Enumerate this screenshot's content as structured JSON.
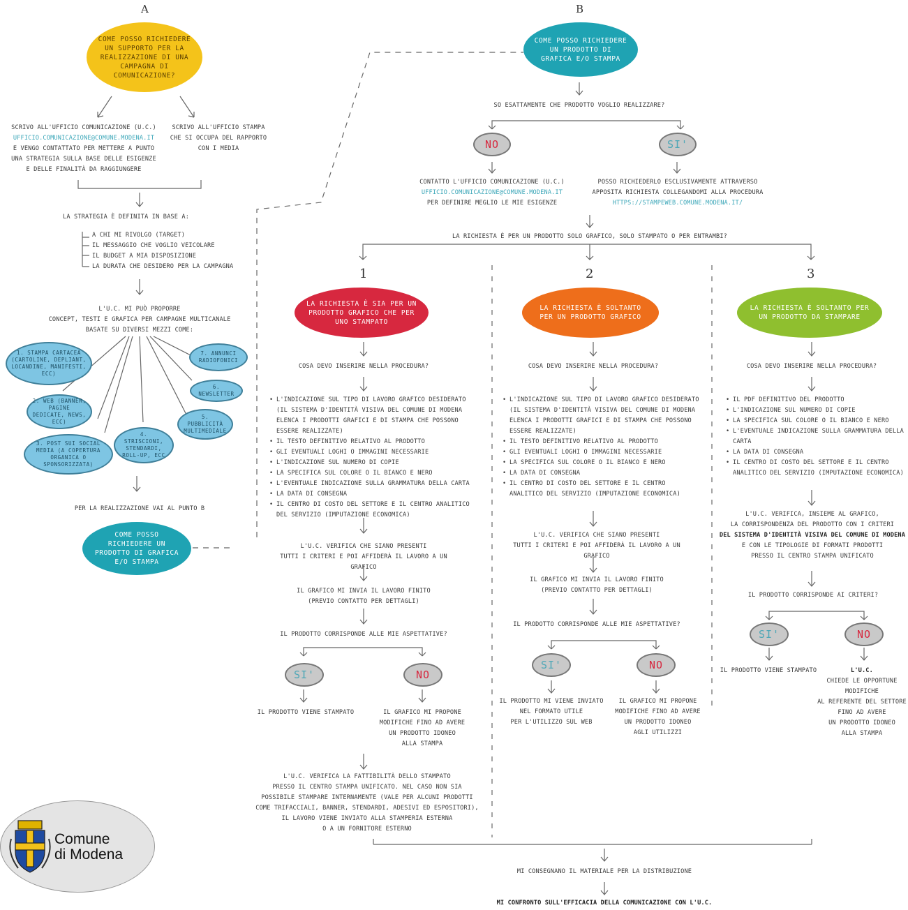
{
  "section_a": {
    "letter": "A",
    "start": "Come posso richiedere un supporto per la realizzazione di una campagna di comunicazione?",
    "left_branch": [
      "Scrivo all'Ufficio Comunicazione (U.C.)",
      "ufficio.comunicazione@comune.modena.it",
      "e vengo contattato per mettere a punto",
      "una strategia sulla base delle esigenze",
      "e delle finalità da raggiungere"
    ],
    "right_branch": [
      "Scrivo all'Ufficio Stampa",
      "che si occupa del rapporto",
      "con i media"
    ],
    "strategy_title": "La strategia è definita in base a:",
    "strategy_items": [
      "a chi mi rivolgo (target)",
      "il messaggio che voglio veicolare",
      "il budget a mia disposizione",
      "la durata che desidero per la campagna"
    ],
    "proposal": [
      "L'U.C. mi può proporre",
      "concept, testi e grafica per campagne multicanale",
      "basate su diversi mezzi come:"
    ],
    "media": [
      "1. Stampa cartacea (cartoline, depliant, locandine, manifesti, ecc)",
      "2. Web (banner, pagine dedicate, news, ecc)",
      "3. Post sui social media (a copertura organica o sponsorizzata)",
      "4. Striscioni, stendardi, roll-up, ecc",
      "5. Pubblicità multimediale",
      "6. Newsletter",
      "7. Annunci radiofonici"
    ],
    "go_to_b": "Per la realizzazione vai al punto B",
    "end_oval": "Come posso richiedere un prodotto di grafica e/o stampa"
  },
  "section_b": {
    "letter": "B",
    "start": "Come posso richiedere un prodotto di grafica e/o stampa",
    "question": "So esattamente che prodotto voglio realizzare?",
    "no_label": "NO",
    "si_label": "SI'",
    "no_text": [
      "Contatto l'Ufficio Comunicazione (U.C.)",
      "ufficio.comunicazione@comune.modena.it",
      "per definire meglio le mie esigenze"
    ],
    "si_text": [
      "Posso richiederlo esclusivamente attraverso",
      "apposita richiesta collegandomi alla procedura",
      "https://stampeweb.comune.modena.it/"
    ],
    "request_question": "La richiesta è per un prodotto solo grafico, solo stampato o per entrambi?",
    "col_numbers": [
      "1",
      "2",
      "3"
    ]
  },
  "col1": {
    "oval": "La richiesta è sia per un prodotto grafico che per uno stampato",
    "question": "Cosa devo inserire nella procedura?",
    "items": [
      "L'indicazione sul tipo di lavoro grafico desiderato (il sistema d'identità visiva del Comune di Modena elenca i prodotti grafici e di stampa che possono essere realizzate)",
      "Il testo definitivo relativo al prodotto",
      "Gli eventuali loghi o immagini necessarie",
      "L'indicazione sul numero di copie",
      "La specifica sul colore o il bianco e nero",
      "L'eventuale indicazione sulla grammatura della carta",
      "La data di consegna",
      "Il centro di costo del settore e il centro analitico del servizio (imputazione economica)"
    ],
    "verify": [
      "L'U.C. verifica che siano presenti",
      "tutti i criteri e poi affiderà il lavoro a un grafico"
    ],
    "graphic": [
      "Il grafico mi invia il lavoro finito",
      "(previo contatto per dettagli)"
    ],
    "check": "Il prodotto corrisponde alle mie aspettative?",
    "si_result": "Il prodotto viene stampato",
    "no_result": [
      "Il grafico mi propone",
      "modifiche fino ad avere",
      "un prodotto idoneo",
      "alla stampa"
    ],
    "final": [
      "L'U.C. verifica la fattibilità dello stampato",
      "presso il Centro Stampa Unificato. Nel caso non sia",
      "possibile stampare internamente (vale per alcuni prodotti",
      "come trifacciali, banner, stendardi, adesivi ed espositori),",
      "il lavoro viene inviato alla stamperia esterna",
      "o a un fornitore esterno"
    ]
  },
  "col2": {
    "oval": "La richiesta è soltanto per un prodotto grafico",
    "question": "Cosa devo inserire nella procedura?",
    "items": [
      "L'indicazione sul tipo di lavoro grafico desiderato (il sistema d'identità visiva del Comune di Modena elenca i prodotti grafici e di stampa che possono essere realizzate)",
      "Il testo definitivo relativo al prodotto",
      "Gli eventuali loghi o immagini necessarie",
      "La specifica sul colore o il bianco e nero",
      "La data di consegna",
      "Il centro di costo del settore e il centro analitico del servizio (imputazione economica)"
    ],
    "verify": [
      "L'U.C. verifica che siano presenti",
      "tutti i criteri e poi affiderà il lavoro a un grafico"
    ],
    "graphic": [
      "Il grafico mi invia il lavoro finito",
      "(previo contatto per dettagli)"
    ],
    "check": "Il prodotto corrisponde alle mie aspettative?",
    "si_result": [
      "Il prodotto mi viene inviato",
      "nel formato utile",
      "per l'utilizzo sul web"
    ],
    "no_result": [
      "Il grafico mi propone",
      "modifiche fino ad avere",
      "un prodotto idoneo",
      "agli utilizzi"
    ]
  },
  "col3": {
    "oval": "La richiesta è soltanto per un prodotto da stampare",
    "question": "Cosa devo inserire nella procedura?",
    "items": [
      "Il pdf definitivo del prodotto",
      "L'indicazione sul numero di copie",
      "La specifica sul colore o il bianco e nero",
      "L'eventuale indicazione sulla grammatura della carta",
      "La data di consegna",
      "Il centro di costo del settore e il centro analitico del servizio (imputazione economica)"
    ],
    "verify": [
      "L'U.C. verifica, insieme al grafico,",
      "la corrispondenza del prodotto con i criteri",
      "del sistema d'identità visiva del Comune di Modena",
      "e con le tipologie di formati prodotti",
      "presso il Centro Stampa Unificato"
    ],
    "check": "Il prodotto corrisponde ai criteri?",
    "si_result": "Il prodotto viene stampato",
    "no_result": [
      "L'U.C.",
      "chiede le opportune",
      "modifiche",
      "al referente del settore",
      "fino ad avere",
      "un prodotto idoneo",
      "alla stampa"
    ]
  },
  "footer": {
    "delivery": "Mi consegnano il materiale per la distribuzione",
    "feedback": "Mi confronto sull'efficacia della comunicazione con l'U.C."
  },
  "logo": {
    "line1": "Comune",
    "line2": "di Modena",
    "icon": "coat-of-arms-icon"
  },
  "colors": {
    "yellow": "#f4c31a",
    "teal": "#1fa3b3",
    "red": "#d7283f",
    "orange": "#ee6e1b",
    "green": "#8fbf2f",
    "blue": "#7ec5e3",
    "link": "#3aa6b8"
  }
}
